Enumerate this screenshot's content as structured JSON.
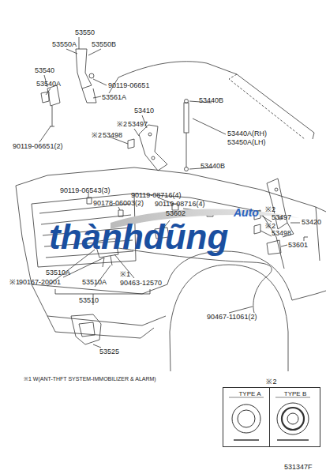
{
  "diagram": {
    "nodes": [
      {
        "text": [
          "※2"
        ]
      },
      {
        "text": [
          "TYPE A"
        ],
        "in": 0
      },
      {
        "text": [
          "TYPE B"
        ],
        "in": 0
      }
    ],
    "labels": [
      "53550",
      "53550A",
      "53550B",
      "53540",
      "53540A",
      "90119-06651",
      "53561A",
      "90119-06651(2)",
      "53410",
      "※2",
      "53497",
      "※2",
      "53498",
      "53440B",
      "53440A(RH)",
      "53450A(LH)",
      "53440B",
      "90119-06543(3)",
      "90178-06003(2)",
      "90119-08716(4)",
      "90119-08716(4)",
      "53602",
      "※2",
      "53497",
      "※2",
      "53498",
      "53420",
      "53601",
      "thànhdũng",
      "Auto",
      "53510A",
      "※1",
      "53510A",
      "90463-12570",
      "※1",
      "90167-20001",
      "53510",
      "53525",
      "90467-11061(2)",
      "※1 W(ANT-THFT SYSTEM-IMMOBILIZER & ALARM)",
      "531347F"
    ]
  }
}
